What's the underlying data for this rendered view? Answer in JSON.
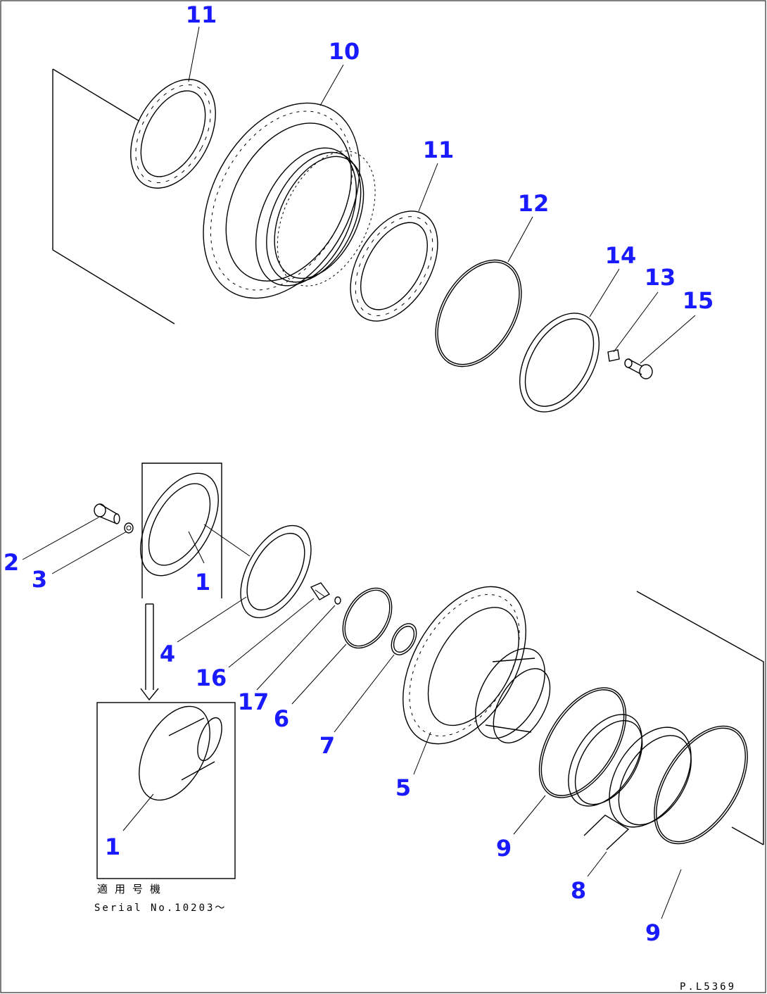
{
  "callouts": [
    {
      "id": "c1",
      "label": "11"
    },
    {
      "id": "c2",
      "label": "10"
    },
    {
      "id": "c3",
      "label": "11"
    },
    {
      "id": "c4",
      "label": "12"
    },
    {
      "id": "c5",
      "label": "14"
    },
    {
      "id": "c6",
      "label": "13"
    },
    {
      "id": "c7",
      "label": "15"
    },
    {
      "id": "c8",
      "label": "2"
    },
    {
      "id": "c9",
      "label": "3"
    },
    {
      "id": "c10",
      "label": "1"
    },
    {
      "id": "c11",
      "label": "4"
    },
    {
      "id": "c12",
      "label": "16"
    },
    {
      "id": "c13",
      "label": "17"
    },
    {
      "id": "c14",
      "label": "6"
    },
    {
      "id": "c15",
      "label": "7"
    },
    {
      "id": "c16",
      "label": "5"
    },
    {
      "id": "c17",
      "label": "9"
    },
    {
      "id": "c18",
      "label": "8"
    },
    {
      "id": "c19",
      "label": "9"
    },
    {
      "id": "c20",
      "label": "1"
    }
  ],
  "serial_note": {
    "line1": "適用号機",
    "line2": "Serial No.10203〜"
  },
  "drawing_code": "P.L5369"
}
